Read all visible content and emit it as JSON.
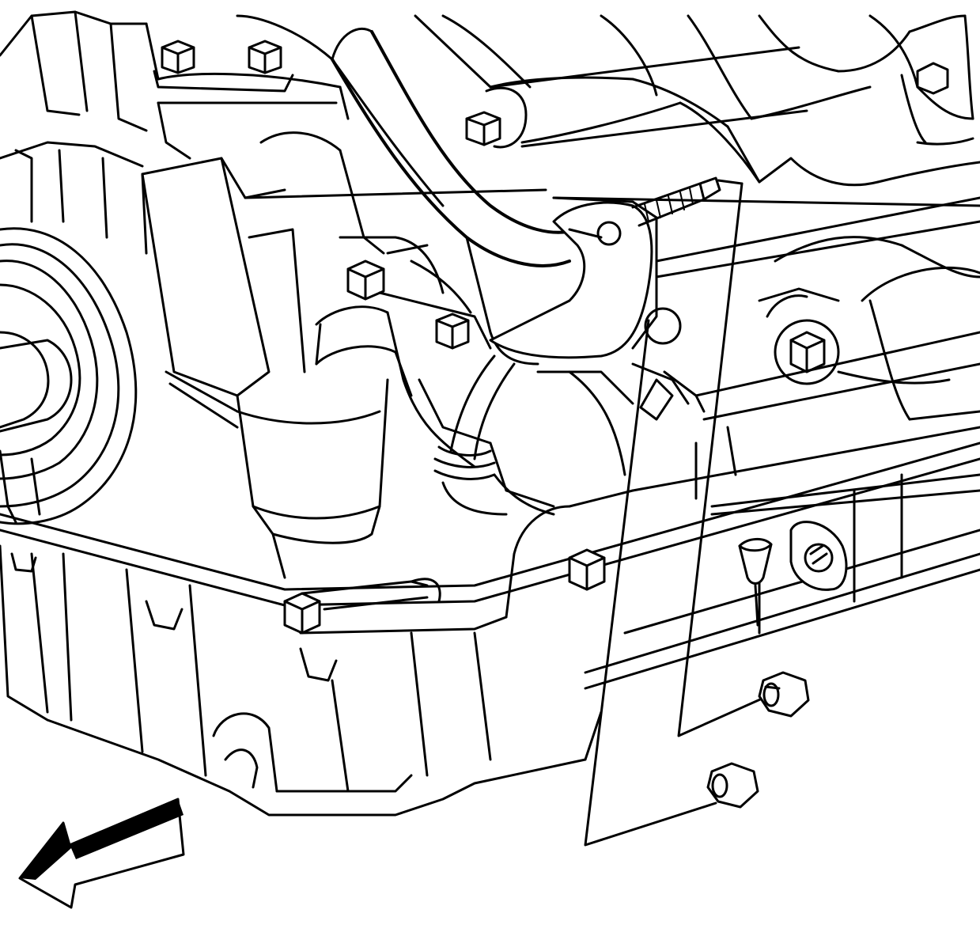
{
  "diagram": {
    "style": "black line-art on white",
    "colors": {
      "line": "#000000",
      "background": "#ffffff"
    },
    "components": [
      "crankshaft-balancer",
      "oil-filter",
      "oil-pan",
      "coolant-pipe",
      "bracket",
      "stud",
      "nut-upper",
      "nut-lower",
      "oil-level-sensor",
      "oil-pressure-port",
      "direction-arrow"
    ],
    "direction_arrow": {
      "icon": "arrow-left-down-icon"
    }
  }
}
